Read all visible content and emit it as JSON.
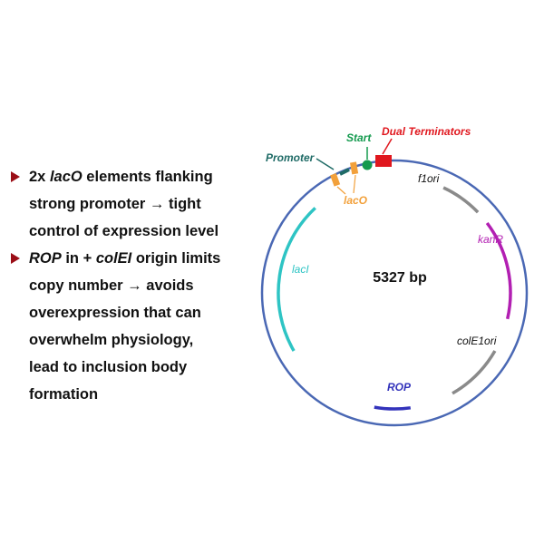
{
  "bullets": [
    {
      "lines": [
        [
          {
            "t": "2x "
          },
          {
            "t": "lacO",
            "i": true
          },
          {
            "t": " elements flanking"
          }
        ],
        [
          {
            "t": "strong promoter → tight"
          }
        ],
        [
          {
            "t": "control of expression level"
          }
        ]
      ]
    },
    {
      "lines": [
        [
          {
            "t": "ROP",
            "i": true
          },
          {
            "t": " in + "
          },
          {
            "t": "colEI",
            "i": true
          },
          {
            "t": " origin limits"
          }
        ],
        [
          {
            "t": "copy number → avoids"
          }
        ],
        [
          {
            "t": "overexpression that can"
          }
        ],
        [
          {
            "t": "overwhelm physiology,"
          }
        ],
        [
          {
            "t": "lead to inclusion body"
          }
        ],
        [
          {
            "t": "formation"
          }
        ]
      ]
    }
  ],
  "plasmid": {
    "size_label": "5327 bp",
    "backbone_color": "#4a68b4",
    "features": {
      "promoter": {
        "label": "Promoter",
        "color": "#1f6b66"
      },
      "start": {
        "label": "Start",
        "color": "#149a4e"
      },
      "terminators": {
        "label": "Dual Terminators",
        "color": "#e0171e"
      },
      "laco": {
        "label": "lacO",
        "color": "#f2a03a"
      },
      "f1ori": {
        "label": "f1ori",
        "color": "#8a8a8a"
      },
      "kanr": {
        "label": "kanR",
        "color": "#b21fb2"
      },
      "colE1ori": {
        "label": "colE1ori",
        "color": "#8a8a8a"
      },
      "rop": {
        "label": "ROP",
        "color": "#3333bb"
      },
      "laci": {
        "label": "lacI",
        "color": "#2ec4c4"
      }
    }
  }
}
